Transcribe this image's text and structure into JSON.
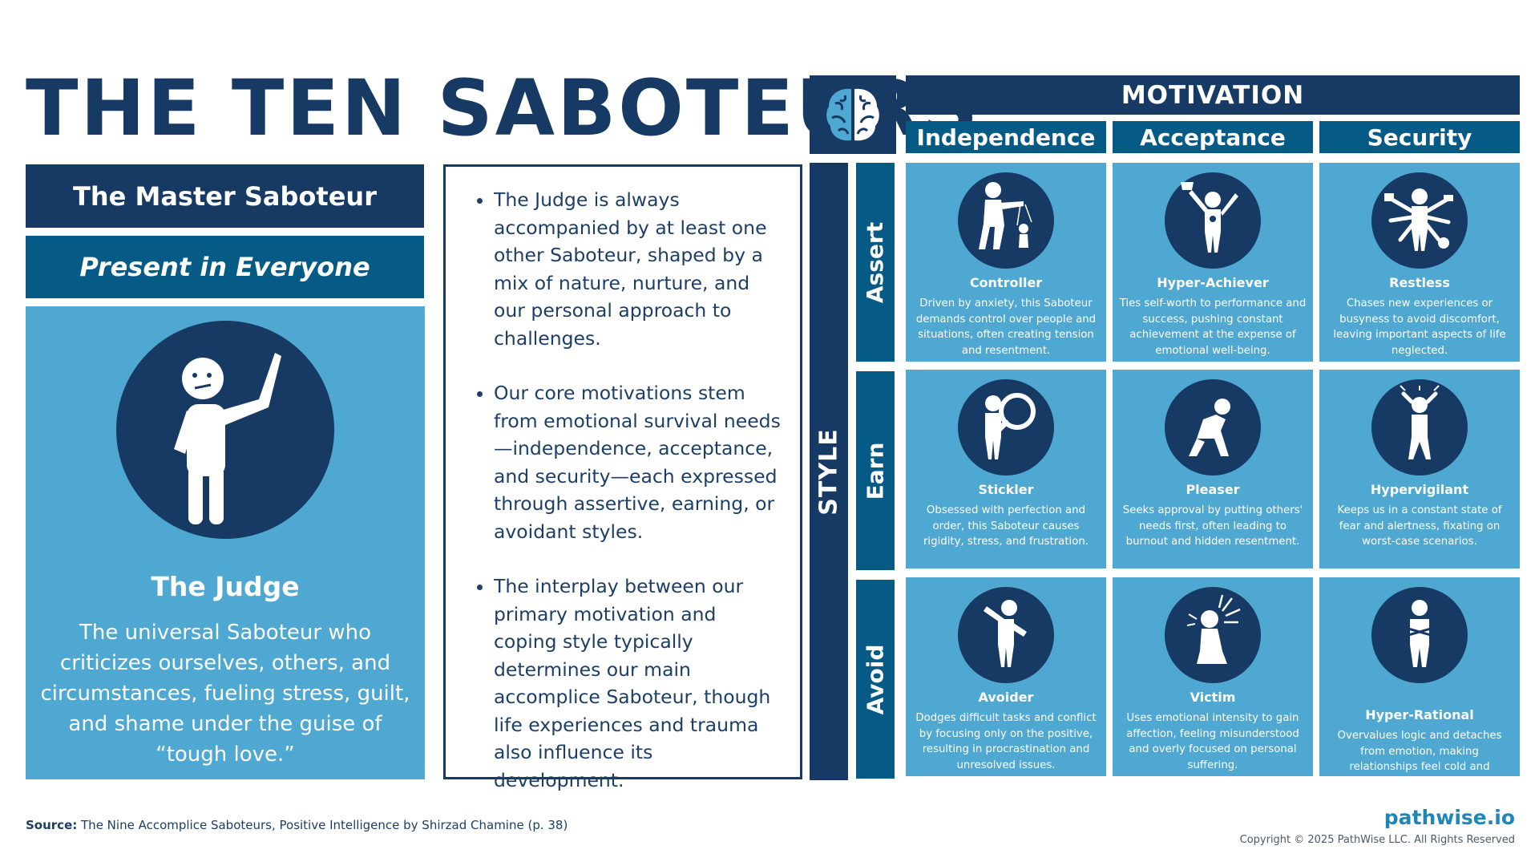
{
  "title": "THE TEN SABOTEURS",
  "left_panel": {
    "master_label": "The Master Saboteur",
    "present_label": "Present in Everyone",
    "judge_name": "The Judge",
    "judge_description": "The universal Saboteur who criticizes ourselves, others, and circumstances, fueling stress, guilt, and shame under the guise of “tough love.”"
  },
  "bullets": [
    "The Judge is always accompanied by at least one other Saboteur, shaped by a mix of nature, nurture, and our personal approach to challenges.",
    "Our core motivations stem from emotional survival needs—independence, acceptance, and security—each expressed through assertive, earning, or avoidant styles.",
    "The interplay between our primary motivation and coping style typically determines our main accomplice Saboteur, though life experiences and trauma also influence its development."
  ],
  "matrix": {
    "motivation_label": "MOTIVATION",
    "style_label": "STYLE",
    "columns": [
      "Independence",
      "Acceptance",
      "Security"
    ],
    "rows": [
      "Assert",
      "Earn",
      "Avoid"
    ],
    "cells": [
      [
        {
          "name": "Controller",
          "description": "Driven by anxiety, this Saboteur demands control over people and situations, often creating tension and resentment.",
          "icon": "puppeteer-icon"
        },
        {
          "name": "Hyper-Achiever",
          "description": "Ties self-worth to performance and success, pushing constant achievement at the expense of emotional well-being.",
          "icon": "trophy-figure-icon"
        },
        {
          "name": "Restless",
          "description": "Chases new experiences or busyness to avoid discomfort, leaving important aspects of life neglected.",
          "icon": "multitasking-figure-icon"
        }
      ],
      [
        {
          "name": "Stickler",
          "description": "Obsessed with perfection and order, this Saboteur causes rigidity, stress, and frustration.",
          "icon": "magnifier-figure-icon"
        },
        {
          "name": "Pleaser",
          "description": "Seeks approval by putting others' needs first, often leading to burnout and hidden resentment.",
          "icon": "kneeling-figure-icon"
        },
        {
          "name": "Hypervigilant",
          "description": "Keeps us in a constant state of fear and alertness, fixating on worst-case scenarios.",
          "icon": "alarmed-figure-icon"
        }
      ],
      [
        {
          "name": "Avoider",
          "description": "Dodges difficult tasks and conflict by focusing only on the positive, resulting in procrastination and unresolved issues.",
          "icon": "turning-away-figure-icon"
        },
        {
          "name": "Victim",
          "description": "Uses emotional intensity to gain affection, feeling misunderstood and overly focused on personal suffering.",
          "icon": "crying-figure-icon"
        },
        {
          "name": "Hyper-Rational",
          "description": "Overvalues logic and detaches from emotion, making relationships feel cold and impersonal.",
          "icon": "arms-crossed-figure-icon"
        }
      ]
    ]
  },
  "footer": {
    "source_label": "Source:",
    "source_text": " The Nine Accomplice Saboteurs, Positive Intelligence by Shirzad Chamine (p. 38)",
    "logo": "pathwise.io",
    "copyright": "Copyright © 2025 PathWise LLC. All Rights Reserved"
  },
  "colors": {
    "navy": "#163a63",
    "teal": "#055b86",
    "light_blue": "#4fa8d1",
    "logo_blue": "#1f86b8"
  }
}
